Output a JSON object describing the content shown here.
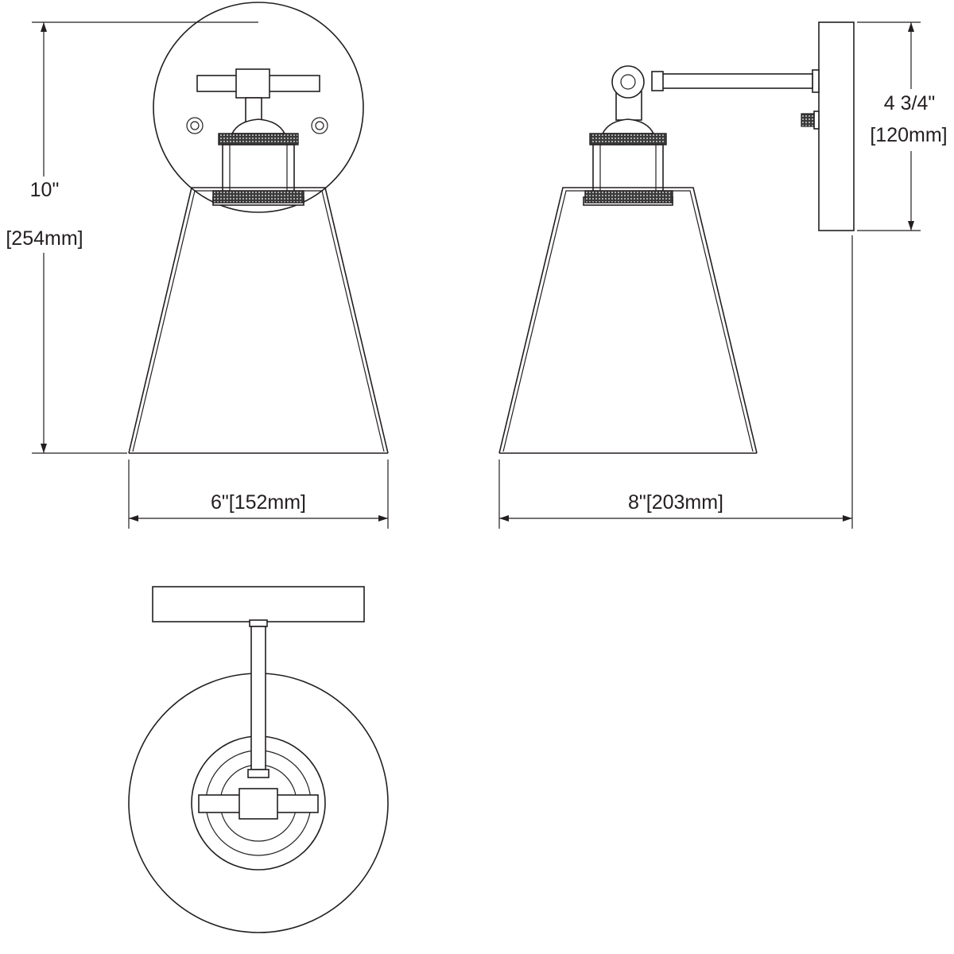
{
  "dimensions": {
    "height": {
      "imperial": "10\"",
      "metric": "[254mm]"
    },
    "front_width": {
      "label": "6\"[152mm]"
    },
    "side_depth": {
      "label": "8\"[203mm]"
    },
    "backplate_height": {
      "imperial": "4 3/4\"",
      "metric": "[120mm]"
    }
  },
  "colors": {
    "line": "#231f20",
    "background": "#ffffff"
  }
}
